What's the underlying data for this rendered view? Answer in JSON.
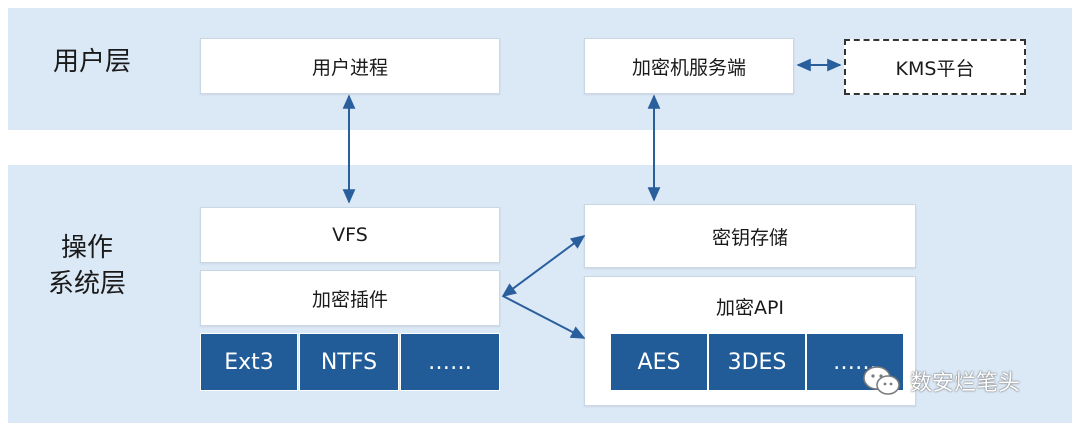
{
  "layers": {
    "user": "用户层",
    "os_line1": "操作",
    "os_line2": "系统层"
  },
  "boxes": {
    "user_process": "用户进程",
    "crypto_server": "加密机服务端",
    "kms": "KMS平台",
    "vfs": "VFS",
    "encrypt_plugin": "加密插件",
    "key_storage": "密钥存储",
    "crypto_api": "加密API"
  },
  "filesystems": [
    "Ext3",
    "NTFS",
    "……"
  ],
  "algorithms": [
    "AES",
    "3DES",
    "……"
  ],
  "watermark": "数安烂笔头",
  "colors": {
    "band": "#dbe8f5",
    "chip": "#215c99",
    "arrow": "#2a5f9e"
  }
}
